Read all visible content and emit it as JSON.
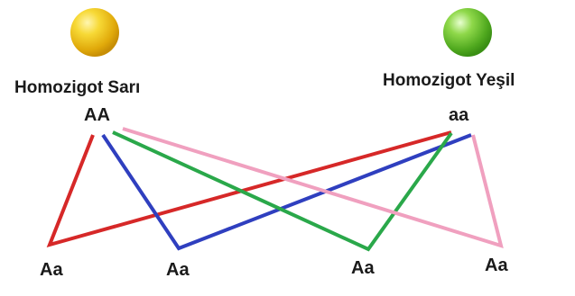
{
  "parents": {
    "left": {
      "title": "Homozigot Sarı",
      "genotype": "AA",
      "color": "#f2cc1a"
    },
    "right": {
      "title": "Homozigot Yeşil",
      "genotype": "aa",
      "color": "#7acb2e"
    }
  },
  "offspring": [
    "Aa",
    "Aa",
    "Aa",
    "Aa"
  ],
  "line_colors": {
    "red": "#d62828",
    "blue": "#2f3fbf",
    "green": "#2aa84a",
    "pink": "#f0a0bf"
  }
}
